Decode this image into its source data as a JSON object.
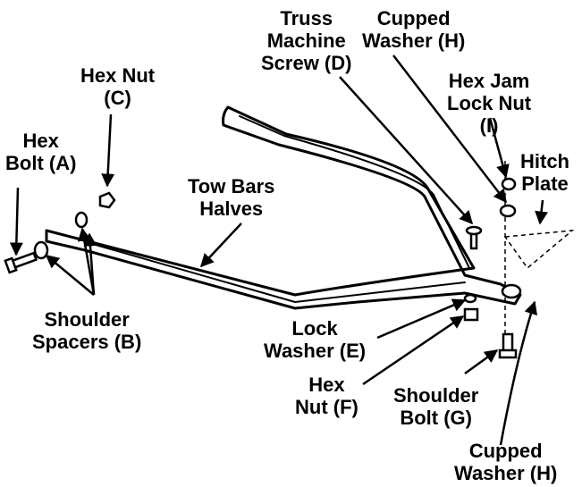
{
  "labels": {
    "hex_bolt": [
      "Hex",
      "Bolt (A)"
    ],
    "hex_nut": [
      "Hex Nut",
      "(C)"
    ],
    "truss_screw": [
      "Truss",
      "Machine",
      "Screw (D)"
    ],
    "cupped_washer_top": [
      "Cupped",
      "Washer (H)"
    ],
    "hex_jam_lock_nut": [
      "Hex Jam",
      "Lock Nut",
      "(I)"
    ],
    "hitch_plate": [
      "Hitch",
      "Plate"
    ],
    "tow_bars": [
      "Tow Bars",
      "Halves"
    ],
    "shoulder_spacers": [
      "Shoulder",
      "Spacers (B)"
    ],
    "lock_washer": [
      "Lock",
      "Washer (E)"
    ],
    "hex_nut_f": [
      "Hex",
      "Nut (F)"
    ],
    "shoulder_bolt": [
      "Shoulder",
      "Bolt (G)"
    ],
    "cupped_washer_bottom": [
      "Cupped",
      "Washer (H)"
    ]
  }
}
